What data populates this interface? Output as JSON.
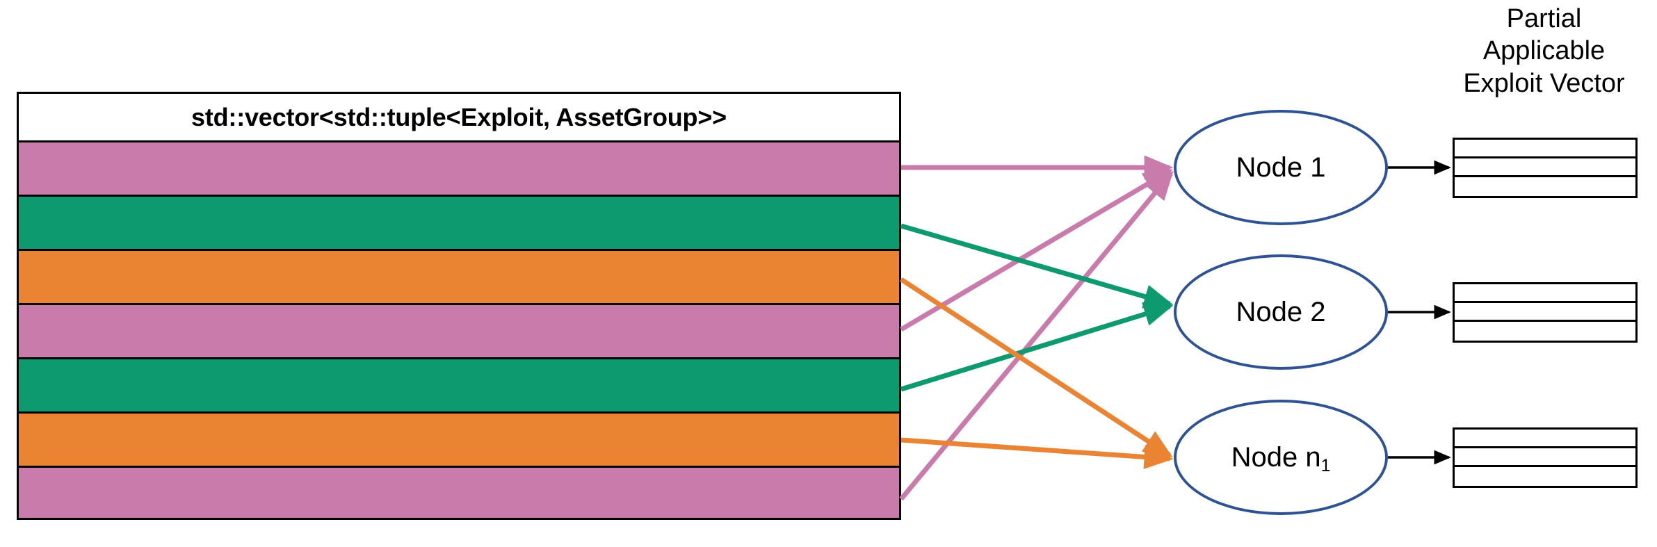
{
  "colors": {
    "pink": "#C97BAC",
    "green": "#0C9A6E",
    "orange": "#EA8432",
    "node_border": "#2E5395",
    "black": "#000000",
    "white": "#FFFFFF"
  },
  "vector_table": {
    "header_label": "std::vector<std::tuple<Exploit, AssetGroup>>",
    "rows": [
      {
        "index": 1,
        "color": "#C97BAC",
        "group": "pink"
      },
      {
        "index": 2,
        "color": "#0C9A6E",
        "group": "green"
      },
      {
        "index": 3,
        "color": "#EA8432",
        "group": "orange"
      },
      {
        "index": 4,
        "color": "#C97BAC",
        "group": "pink"
      },
      {
        "index": 5,
        "color": "#0C9A6E",
        "group": "green"
      },
      {
        "index": 6,
        "color": "#EA8432",
        "group": "orange"
      },
      {
        "index": 7,
        "color": "#C97BAC",
        "group": "pink"
      }
    ]
  },
  "nodes": [
    {
      "id": "node-1",
      "label": "Node 1",
      "label_main": "Node 1",
      "label_sub": ""
    },
    {
      "id": "node-2",
      "label": "Node 2",
      "label_main": "Node 2",
      "label_sub": ""
    },
    {
      "id": "node-n1",
      "label": "Node n1",
      "label_main": "Node n",
      "label_sub": "1"
    }
  ],
  "partial_applicable_vector": {
    "caption_lines": [
      "Partial",
      "Applicable",
      "Exploit Vector"
    ],
    "boxes": [
      {
        "id": "pae-1",
        "cells": [
          "",
          "",
          ""
        ]
      },
      {
        "id": "pae-2",
        "cells": [
          "",
          "",
          ""
        ]
      },
      {
        "id": "pae-3",
        "cells": [
          "",
          "",
          ""
        ]
      }
    ]
  },
  "connections": [
    {
      "from_row": 1,
      "to_node": "node-1",
      "color": "#C97BAC"
    },
    {
      "from_row": 4,
      "to_node": "node-1",
      "color": "#C97BAC"
    },
    {
      "from_row": 7,
      "to_node": "node-1",
      "color": "#C97BAC"
    },
    {
      "from_row": 2,
      "to_node": "node-2",
      "color": "#0C9A6E"
    },
    {
      "from_row": 5,
      "to_node": "node-2",
      "color": "#0C9A6E"
    },
    {
      "from_row": 3,
      "to_node": "node-n1",
      "color": "#EA8432"
    },
    {
      "from_row": 6,
      "to_node": "node-n1",
      "color": "#EA8432"
    },
    {
      "from_node": "node-1",
      "to_box": "pae-1",
      "color": "#000000"
    },
    {
      "from_node": "node-2",
      "to_box": "pae-2",
      "color": "#000000"
    },
    {
      "from_node": "node-n1",
      "to_box": "pae-3",
      "color": "#000000"
    }
  ]
}
